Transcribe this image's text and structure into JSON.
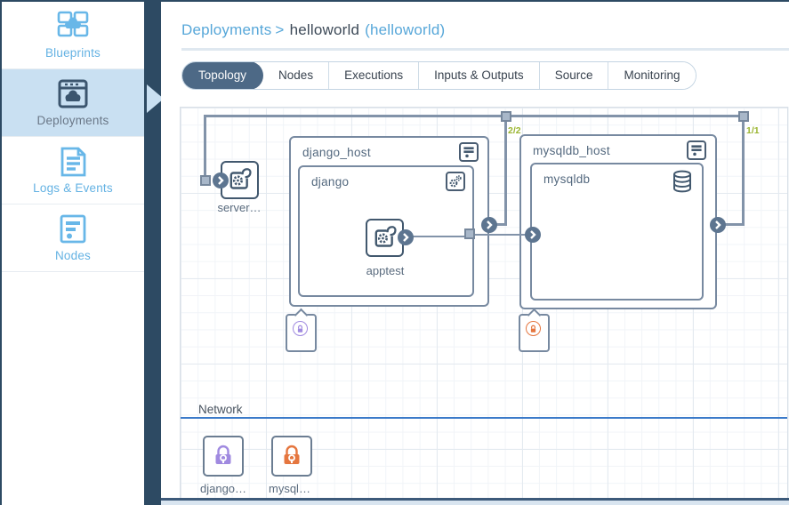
{
  "sidebar": {
    "items": [
      {
        "label": "Blueprints",
        "selected": false
      },
      {
        "label": "Deployments",
        "selected": true
      },
      {
        "label": "Logs & Events",
        "selected": false
      },
      {
        "label": "Nodes",
        "selected": false
      }
    ]
  },
  "breadcrumb": {
    "section": "Deployments",
    "separator": ">",
    "deployment": "helloworld",
    "blueprint_ref": "(helloworld)"
  },
  "tabs": [
    {
      "label": "Topology",
      "selected": true
    },
    {
      "label": "Nodes"
    },
    {
      "label": "Executions"
    },
    {
      "label": "Inputs & Outputs"
    },
    {
      "label": "Source"
    },
    {
      "label": "Monitoring"
    }
  ],
  "topology": {
    "nodes": {
      "server": {
        "label": "server…",
        "type": "module"
      },
      "django_host": {
        "label": "django_host",
        "type": "host"
      },
      "django": {
        "label": "django",
        "type": "app-module"
      },
      "apptest": {
        "label": "apptest",
        "type": "module"
      },
      "mysqldb_host": {
        "label": "mysqldb_host",
        "type": "host"
      },
      "mysqldb": {
        "label": "mysqldb",
        "type": "database"
      }
    },
    "connection_labels": {
      "mid": "2/2",
      "right": "1/1"
    },
    "network_section": {
      "title": "Network",
      "items": [
        {
          "label": "django…",
          "color": "#a08ae0"
        },
        {
          "label": "mysql…",
          "color": "#e5763f"
        }
      ]
    }
  },
  "colors": {
    "accent_blue": "#57a7d9",
    "sidebar_selected_bg": "#c9e0f2",
    "dark_bar": "#2d4a63",
    "selected_tab_bg": "#4d6986",
    "box_border": "#7789a0",
    "connector": "#8293a9",
    "connector_count_green": "#9ab530",
    "network_line_blue": "#3b7ac9",
    "lock_purple": "#a08ae0",
    "lock_orange": "#e5763f"
  }
}
